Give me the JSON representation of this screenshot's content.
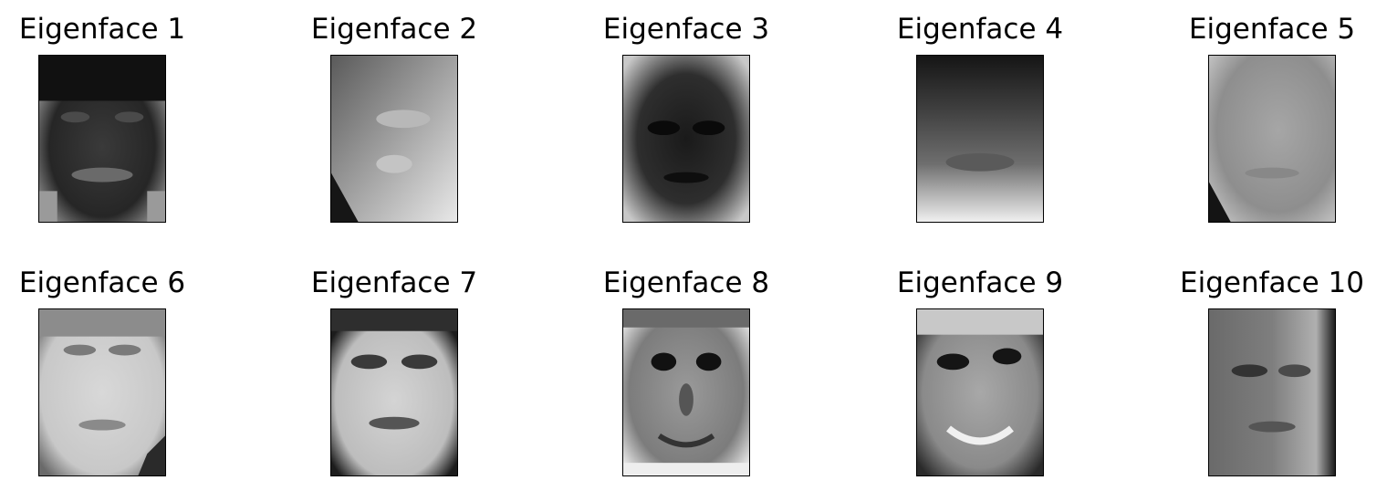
{
  "figure": {
    "colormap": "gray",
    "panels": [
      {
        "title": "Eigenface 1",
        "tone": "dark"
      },
      {
        "title": "Eigenface 2",
        "tone": "light-gradient"
      },
      {
        "title": "Eigenface 3",
        "tone": "dark-center"
      },
      {
        "title": "Eigenface 4",
        "tone": "dark-top"
      },
      {
        "title": "Eigenface 5",
        "tone": "light"
      },
      {
        "title": "Eigenface 6",
        "tone": "light-blur"
      },
      {
        "title": "Eigenface 7",
        "tone": "light-contrast"
      },
      {
        "title": "Eigenface 8",
        "tone": "textured"
      },
      {
        "title": "Eigenface 9",
        "tone": "textured-light"
      },
      {
        "title": "Eigenface 10",
        "tone": "mid"
      }
    ]
  }
}
